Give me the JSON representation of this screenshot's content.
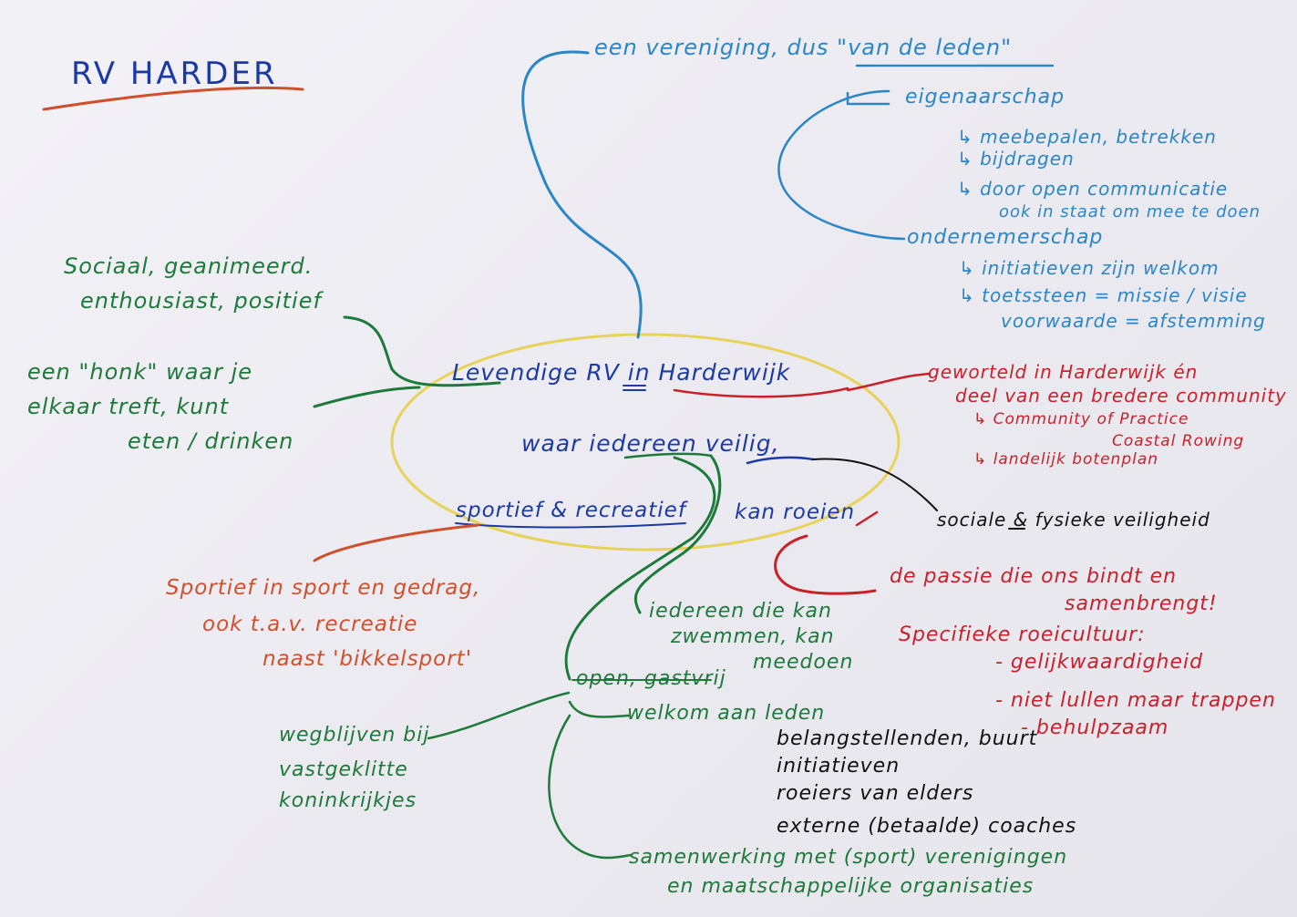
{
  "colors": {
    "blue": "#1c3aa6",
    "light_blue": "#2a86c6",
    "green": "#1d7a3a",
    "red": "#cc1f2a",
    "orange": "#d0502b",
    "yellow": "#e7d35a",
    "black": "#111111"
  },
  "title": "RV HARDER",
  "center": {
    "line1": "Levendige RV in Harderwijk",
    "line2": "waar iedereen veilig,",
    "line3a": "sportief & recreatief",
    "line3b": "kan roeien"
  },
  "top_branch": {
    "heading": "een vereniging, dus \"van de leden\"",
    "eigenaarschap": "eigenaarschap",
    "eigen_items": [
      "↳ meebepalen, betrekken",
      "↳ bijdragen",
      "↳ door open communicatie"
    ],
    "eigen_sub": "ook in staat om mee te doen",
    "ondernemerschap": "ondernemerschap",
    "onder_items": [
      "↳ initiatieven zijn welkom",
      "↳ toetssteen = missie / visie"
    ],
    "onder_sub": "voorwaarde = afstemming"
  },
  "left_branch": {
    "sociaal_1": "Sociaal, geanimeerd.",
    "sociaal_2": "enthousiast, positief",
    "honk_1": "een \"honk\" waar je",
    "honk_2": "elkaar treft, kunt",
    "honk_3": "eten / drinken"
  },
  "right_branch": {
    "geworteld_1": "geworteld in Harderwijk én",
    "geworteld_2": "deel van een bredere community",
    "cop_1": "↳ Community of Practice",
    "cop_2": "Coastal Rowing",
    "landelijk": "↳ landelijk botenplan",
    "veiligheid": "sociale & fysieke veiligheid",
    "passie_1": "de passie die ons bindt en",
    "passie_2": "samenbrengt!",
    "cultuur_heading": "Specifieke roeicultuur:",
    "cultuur_items": [
      "- gelijkwaardigheid",
      "- niet lullen maar trappen",
      "- behulpzaam"
    ]
  },
  "bottom_branch": {
    "sportief_1": "Sportief in sport en gedrag,",
    "sportief_2": "ook t.a.v. recreatie",
    "sportief_3": "naast 'bikkelsport'",
    "iedereen_1": "iedereen die kan",
    "iedereen_2": "zwemmen, kan",
    "iedereen_3": "meedoen",
    "open": "open, gastvrij",
    "welkom": "welkom aan leden",
    "welkom_items": [
      "belangstellenden, buurt",
      "initiatieven",
      "roeiers van elders",
      "externe (betaalde) coaches"
    ],
    "wegblijven_1": "wegblijven bij",
    "wegblijven_2": "vastgeklitte",
    "wegblijven_3": "koninkrijkjes",
    "samen_1": "samenwerking met (sport) verenigingen",
    "samen_2": "en maatschappelijke organisaties"
  }
}
